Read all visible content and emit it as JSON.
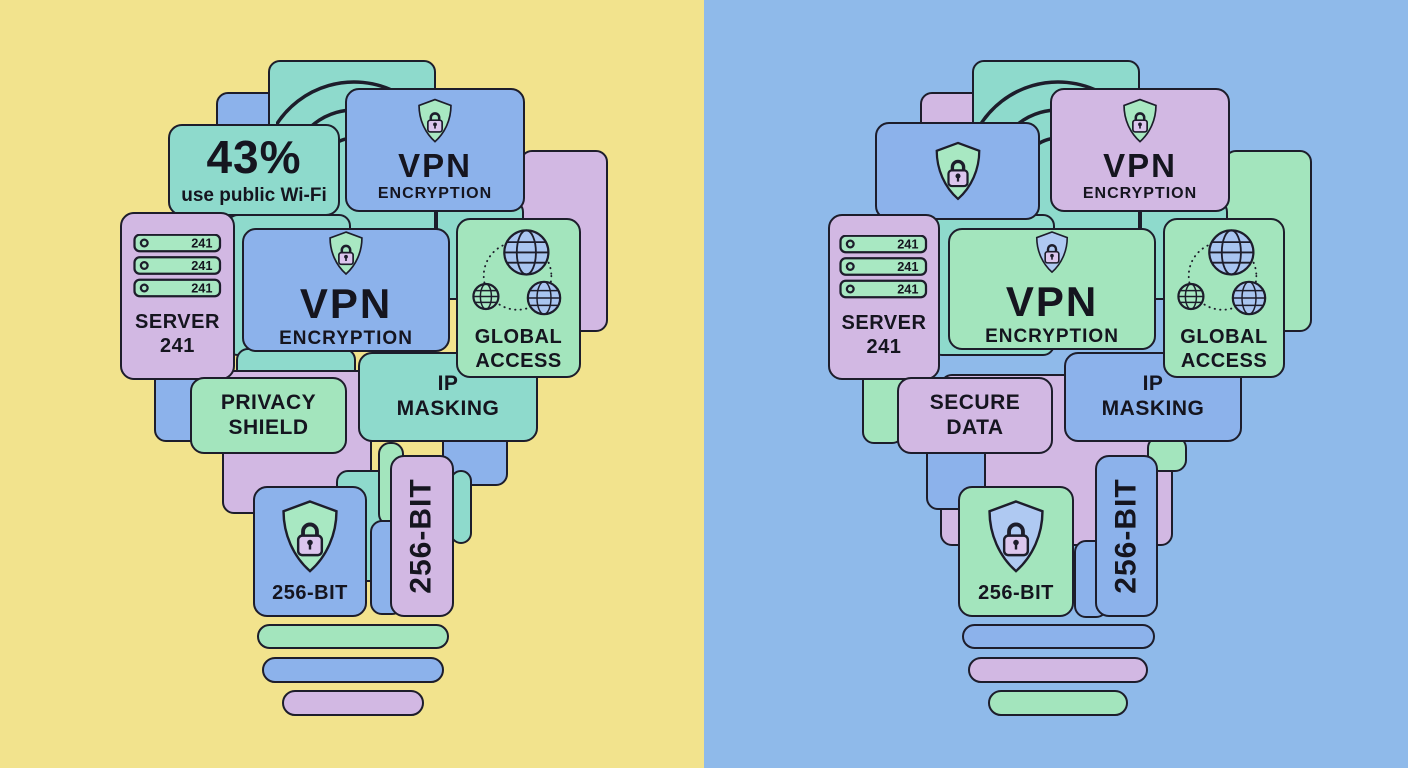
{
  "meta": {
    "description": "VPN security infographic: lightbulb collage of feature cards in two color themes (yellow and blue background)"
  },
  "palette": {
    "left_background": "#F2E38D",
    "right_background": "#8FBAEA",
    "teal_card": "#8EDACC",
    "green_card": "#A3E5BD",
    "blue_card": "#8CB2EB",
    "purple_card": "#D2B8E3",
    "outline": "#1d1d2b",
    "text": "#15151f",
    "shield_green": "#A8E8C2",
    "shield_blue": "#AFC9F2",
    "lock_purple": "#DCC6EE"
  },
  "icons": [
    "wifi-signal-icon",
    "shield-lock-icon",
    "server-rack-icon",
    "globe-network-icon"
  ],
  "left": {
    "stat": {
      "value": "43%",
      "caption": "use public Wi-Fi"
    },
    "vpn_top": {
      "title": "VPN",
      "subtitle": "ENCRYPTION",
      "icon": "shield-lock"
    },
    "vpn_mid": {
      "title": "VPN",
      "subtitle": "ENCRYPTION",
      "icon": "shield-lock"
    },
    "server": {
      "row_value": "241",
      "label_line1": "SERVER",
      "label_line2": "241",
      "icon": "server-rack"
    },
    "global": {
      "line1": "GLOBAL",
      "line2": "ACCESS",
      "icon": "globe-network"
    },
    "privacy": {
      "line1": "PRIVACY",
      "line2": "SHIELD"
    },
    "masking": {
      "line1": "IP",
      "line2": "MASKING"
    },
    "bit_card": {
      "label": "256-BIT",
      "icon": "shield-lock"
    },
    "bit_vertical": {
      "label": "256-BIT"
    }
  },
  "right": {
    "shield_card": {
      "icon": "shield-lock"
    },
    "vpn_top": {
      "title": "VPN",
      "subtitle": "ENCRYPTION",
      "icon": "shield-lock"
    },
    "vpn_mid": {
      "title": "VPN",
      "subtitle": "ENCRYPTION",
      "icon": "shield-lock"
    },
    "server": {
      "row_value": "241",
      "label_line1": "SERVER",
      "label_line2": "241",
      "icon": "server-rack"
    },
    "global": {
      "line1": "GLOBAL",
      "line2": "ACCESS",
      "icon": "globe-network"
    },
    "secure": {
      "line1": "SECURE",
      "line2": "DATA"
    },
    "masking": {
      "line1": "IP",
      "line2": "MASKING"
    },
    "bit_card": {
      "label": "256-BIT",
      "icon": "shield-lock"
    },
    "bit_vertical": {
      "label": "256-BIT"
    }
  }
}
